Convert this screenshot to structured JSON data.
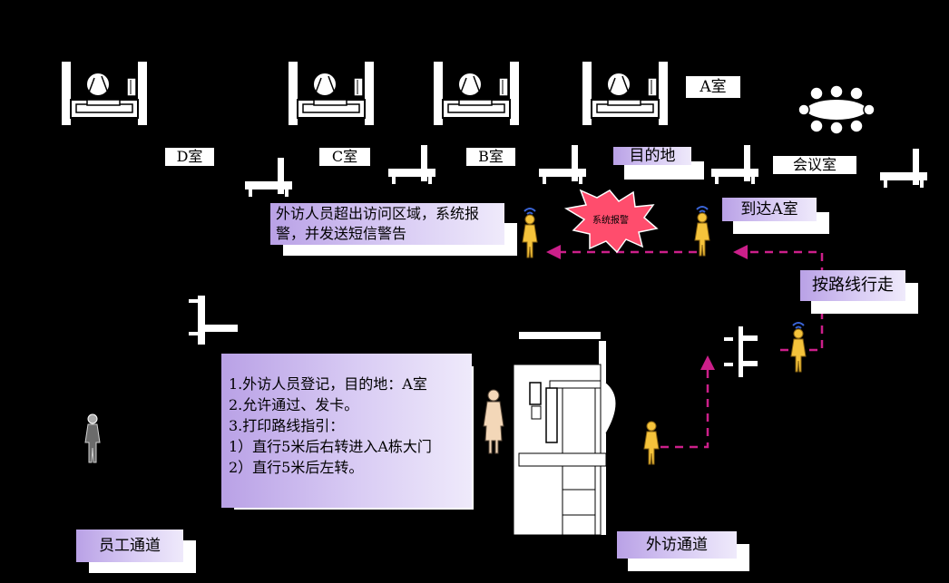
{
  "rooms": {
    "d": "D室",
    "c": "C室",
    "b": "B室",
    "a": "A室",
    "meeting": "会议室"
  },
  "labels": {
    "destination": "目的地",
    "arrive": "到达A室",
    "walk_route": "按路线行走",
    "staff_channel": "员工通道",
    "visitor_channel": "外访通道",
    "alarm_burst": "系统报警"
  },
  "alert_message": "外访人员超出访问区域，系统报警，并发送短信警告",
  "registration_steps": [
    "1.外访人员登记，目的地：A室",
    "2.允许通过、发卡。",
    "3.打印路线指引：",
    "1）直行5米后右转进入A栋大门",
    "2）直行5米后左转。"
  ],
  "colors": {
    "background": "#000000",
    "route_arrow": "#cc1f8a",
    "label_box": "#c9b6f0",
    "figure": "#f5c33b",
    "signal": "#3a64d6"
  },
  "icons": [
    "desk-icon",
    "meeting-table-icon",
    "visitor-figure-icon",
    "staff-figure-icon",
    "receptionist-icon",
    "gate-icon",
    "signal-icon",
    "alarm-burst-icon"
  ]
}
